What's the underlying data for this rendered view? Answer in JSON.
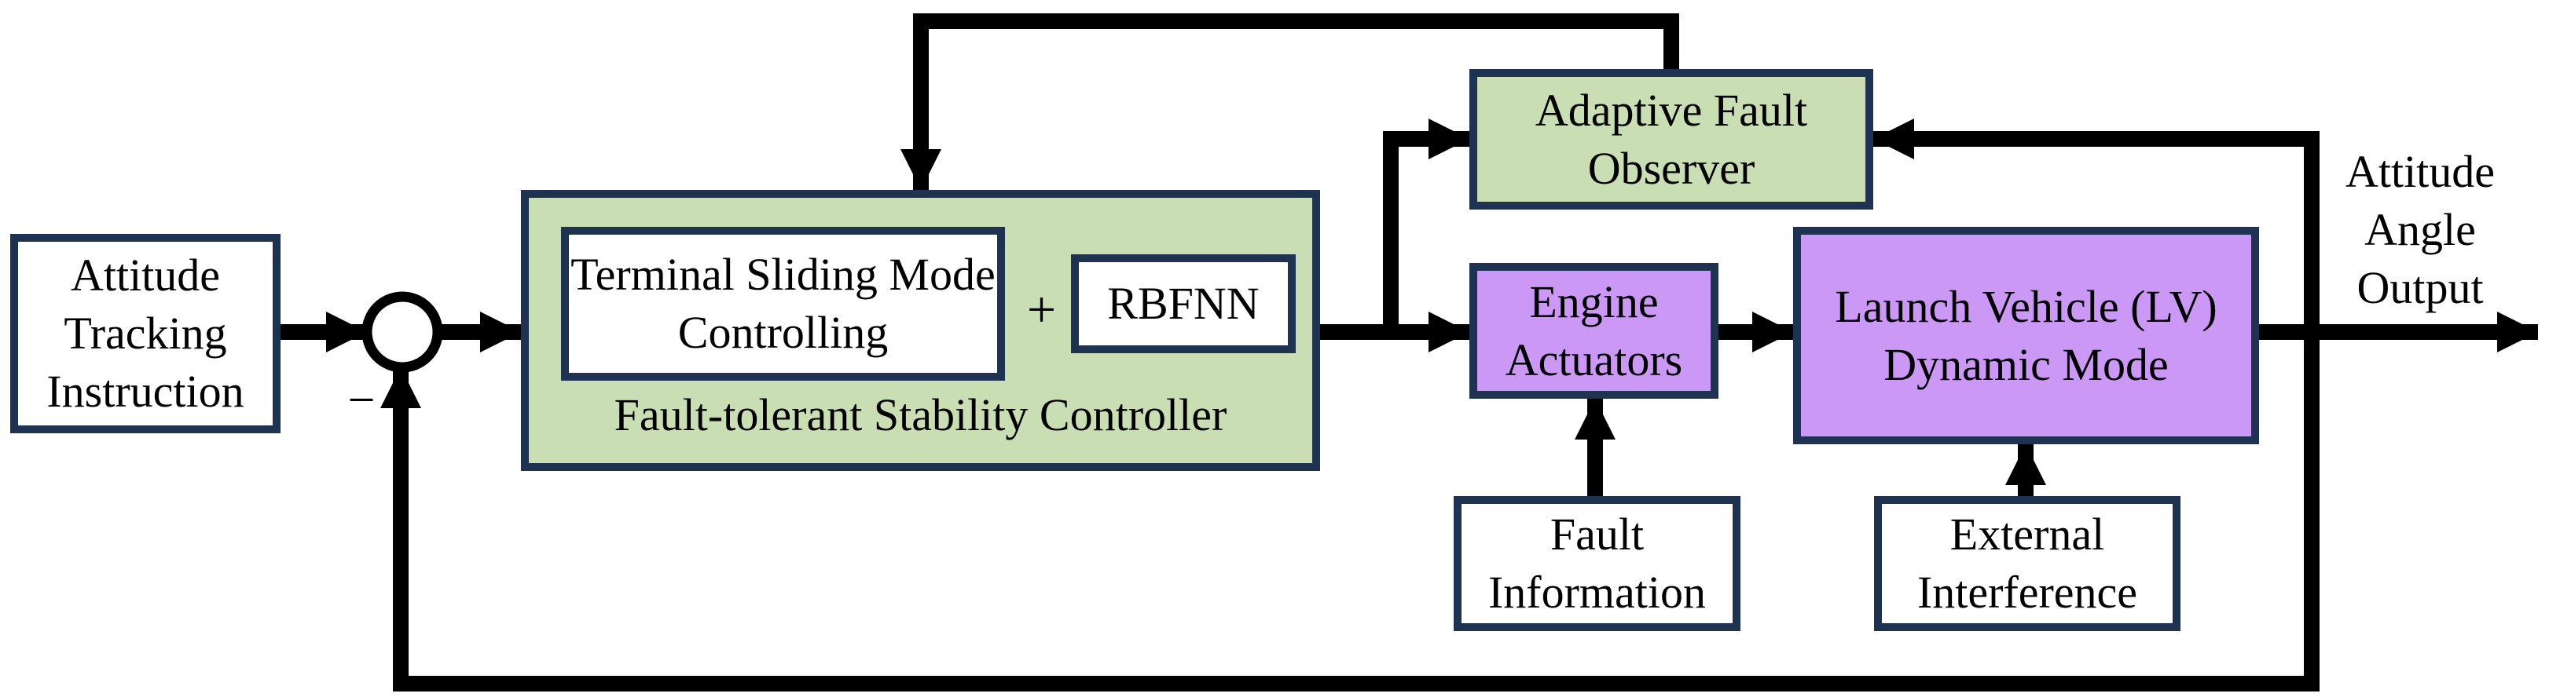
{
  "nodes": {
    "attitude_tracking": "Attitude Tracking Instruction",
    "sum_minus": "−",
    "controller_caption": "Fault-tolerant Stability Controller",
    "terminal_sliding": "Terminal Sliding Mode Controlling",
    "plus_sign": "+",
    "rbfnn": "RBFNN",
    "adaptive_observer": "Adaptive Fault Observer",
    "engine_actuators": "Engine Actuators",
    "launch_vehicle": "Launch Vehicle (LV) Dynamic Mode",
    "fault_information": "Fault Information",
    "external_interference": "External Interference",
    "attitude_output": "Attitude Angle Output"
  },
  "colors": {
    "controller_fill": "#c9deb2",
    "plant_fill": "#cb99f5",
    "box_border": "#1e3352",
    "line": "#000000",
    "background": "#ffffff"
  }
}
